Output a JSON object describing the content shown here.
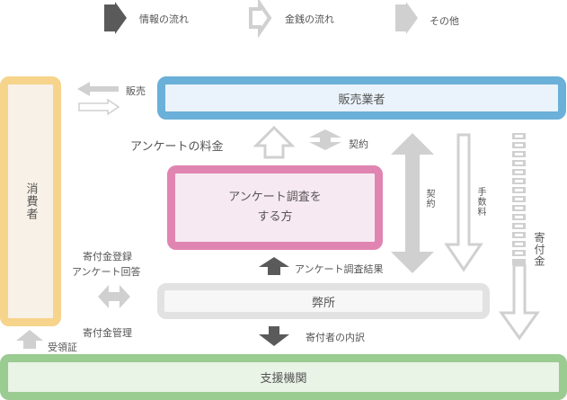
{
  "legend": {
    "info_flow": "情報の流れ",
    "money_flow": "金銭の流れ",
    "other": "その他"
  },
  "nodes": {
    "consumer": "消費者",
    "seller": "販売業者",
    "surveyor": [
      "アンケート調査を",
      "する方"
    ],
    "company": "弊所",
    "support_org": "支援機関"
  },
  "labels": {
    "sale": "販売",
    "survey_fee": "アンケートの料金",
    "contract_top": "契約",
    "contract_vertical": "契約",
    "commission": "手数料",
    "donation": "寄付金",
    "survey_results": "アンケート調査結果",
    "donation_register": "寄付金登録",
    "survey_answer": "アンケート回答",
    "donation_manage": "寄付金管理",
    "receipt": "受領証",
    "donor_breakdown": "寄付者の内訳"
  },
  "colors": {
    "info_arrow": "#5a5a5a",
    "money_arrow": "#d0d0d0",
    "other_arrow": "#d0d0d0",
    "consumer_border": "#f6d48b",
    "consumer_fill": "#f8f1e7",
    "seller_border": "#6ab0d8",
    "seller_fill": "#eaf3fb",
    "surveyor_border": "#e085b1",
    "surveyor_fill": "#f7e9f1",
    "company_border": "#e2e2e2",
    "company_fill": "#f7f7f7",
    "support_border": "#9acb91",
    "support_fill": "#e9f3e6"
  }
}
